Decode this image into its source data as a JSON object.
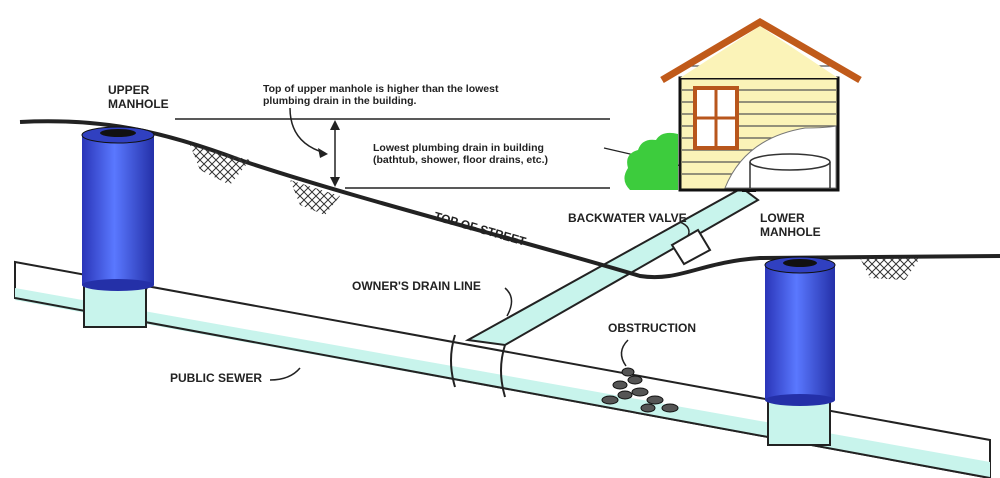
{
  "labels": {
    "upper_manhole": [
      "UPPER",
      "MANHOLE"
    ],
    "lower_manhole": [
      "LOWER",
      "MANHOLE"
    ],
    "top_note": [
      "Top of upper manhole is higher than the lowest",
      "plumbing drain in the building."
    ],
    "lowest_drain": [
      "Lowest plumbing drain in building",
      "(bathtub, shower, floor drains, etc.)"
    ],
    "top_of_street": "TOP OF STREET",
    "backwater_valve": "BACKWATER VALVE",
    "owners_drain_line": "OWNER'S DRAIN LINE",
    "obstruction": "OBSTRUCTION",
    "public_sewer": "PUBLIC SEWER"
  },
  "colors": {
    "manhole": "#3a4fd6",
    "water": "#c8f4ec",
    "house_siding": "#fbf3b8",
    "roof": "#c05a1a",
    "bush": "#3dcc3d"
  }
}
